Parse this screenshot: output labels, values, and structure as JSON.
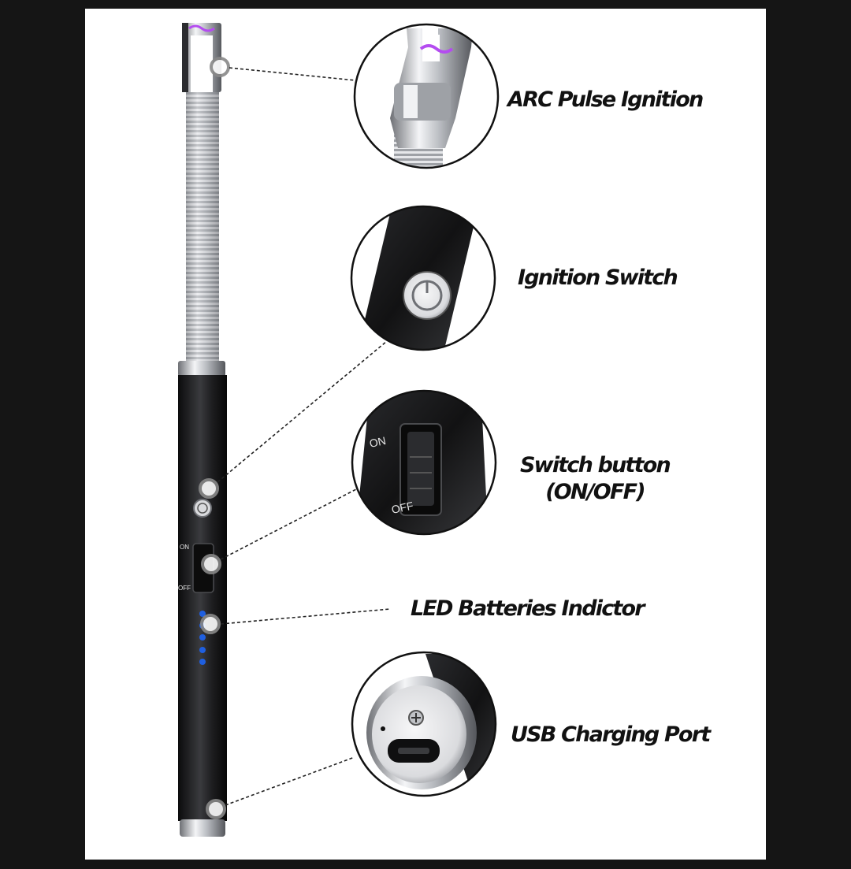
{
  "callouts": [
    {
      "id": "arc",
      "label": "ARC Pulse Ignition"
    },
    {
      "id": "ignition",
      "label": "Ignition Switch"
    },
    {
      "id": "switch",
      "label_line1": "Switch button",
      "label_line2": "(ON/OFF)"
    },
    {
      "id": "led",
      "label": "LED Batteries Indictor"
    },
    {
      "id": "usb",
      "label": "USB Charging Port"
    }
  ],
  "switch_marks": {
    "on": "ON",
    "off": "OFF"
  },
  "colors": {
    "background": "#151515",
    "panel": "#ffffff",
    "body": "#1c1c1e",
    "chrome": "#c9cbcf",
    "arc": "#b44cf0",
    "led": "#1f5fe0"
  }
}
